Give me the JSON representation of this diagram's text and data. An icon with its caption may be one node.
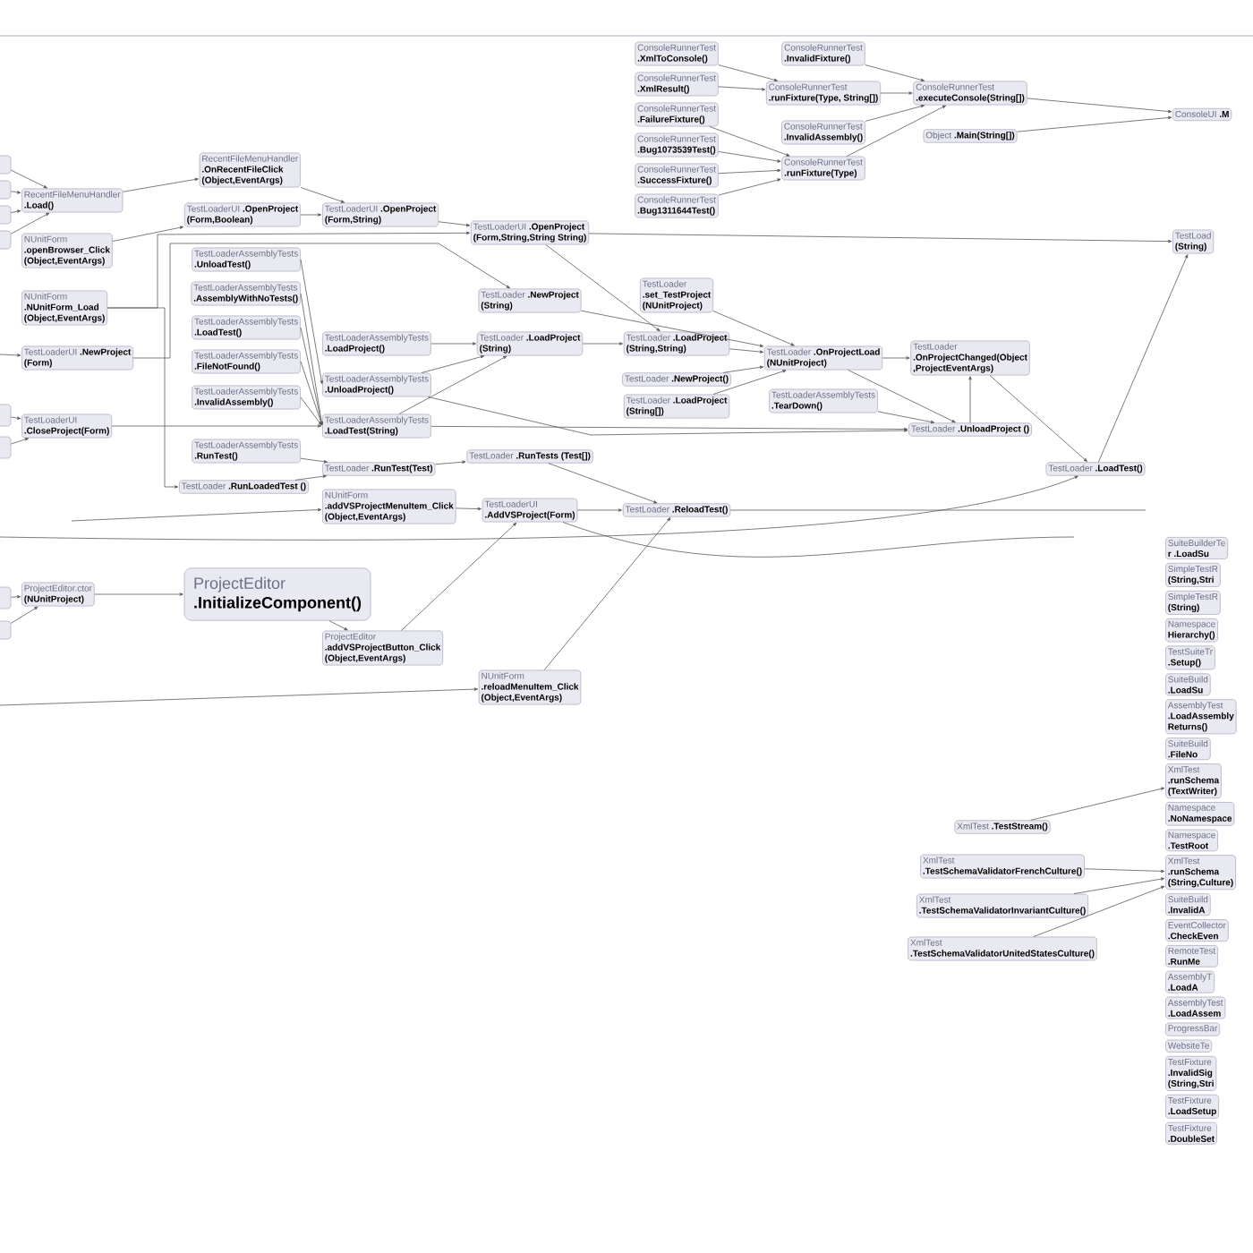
{
  "diagram": {
    "nodes": [
      {
        "text": [
          "RecentFileMenuHandler",
          ".Load()"
        ]
      },
      {
        "text": [
          "RecentFileMenuHandler",
          ".OnRecentFileClick (Object,EventArgs)"
        ]
      },
      {
        "text": [
          "TestLoaderUI",
          ".OpenProject (Form,Boolean)"
        ]
      },
      {
        "text": [
          "NUnitForm",
          ".openBrowser_Click (Object,EventArgs)"
        ]
      },
      {
        "text": [
          "NUnitForm",
          ".NUnitForm_Load (Object,EventArgs)"
        ]
      },
      {
        "text": [
          "TestLoaderUI",
          ".NewProject (Form)"
        ]
      },
      {
        "text": [
          "TestLoaderUI",
          ".CloseProject(Form)"
        ]
      },
      {
        "text": [
          "TestLoaderAssemblyTests",
          ".UnloadTest()"
        ]
      },
      {
        "text": [
          "TestLoaderAssemblyTests",
          ".AssemblyWithNoTests()"
        ]
      },
      {
        "text": [
          "TestLoaderAssemblyTests",
          ".LoadTest()"
        ]
      },
      {
        "text": [
          "TestLoaderAssemblyTests",
          ".FileNotFound()"
        ]
      },
      {
        "text": [
          "TestLoaderAssemblyTests",
          ".InvalidAssembly()"
        ]
      },
      {
        "text": [
          "TestLoaderAssemblyTests",
          ".RunTest()"
        ]
      },
      {
        "text": [
          "TestLoader",
          ".RunLoadedTest ()"
        ]
      },
      {
        "text": [
          "ProjectEditor.ctor",
          "(NUnitProject)"
        ]
      },
      {
        "text": [
          "ProjectEditor",
          ".InitializeComponent()"
        ]
      },
      {
        "text": [
          "TestLoaderUI",
          ".OpenProject (Form,String)"
        ]
      },
      {
        "text": [
          "TestLoaderUI",
          ".OpenProject (Form,String,String String)"
        ]
      },
      {
        "text": [
          "TestLoader",
          ".set_TestProject (NUnitProject)"
        ]
      },
      {
        "text": [
          "TestLoader",
          ".NewProject (String)"
        ]
      },
      {
        "text": [
          "TestLoader",
          ".LoadProject (String,String)"
        ]
      },
      {
        "text": [
          "TestLoaderAssemblyTests",
          ".LoadProject()"
        ]
      },
      {
        "text": [
          "TestLoader",
          ".LoadProject (String)"
        ]
      },
      {
        "text": [
          "TestLoader",
          ".NewProject()"
        ]
      },
      {
        "text": [
          "TestLoader",
          ".LoadProject (String[])"
        ]
      },
      {
        "text": [
          "TestLoaderAssemblyTests",
          ".UnloadProject()"
        ]
      },
      {
        "text": [
          "TestLoaderAssemblyTests",
          ".LoadTest(String)"
        ]
      },
      {
        "text": [
          "TestLoader",
          ".OnProjectLoad (NUnitProject)"
        ]
      },
      {
        "text": [
          "TestLoaderAssemblyTests",
          ".TearDown()"
        ]
      },
      {
        "text": [
          "TestLoader",
          ".UnloadProject ()"
        ]
      },
      {
        "text": [
          "TestLoader",
          ".OnProjectChanged(Object ,ProjectEventArgs)"
        ]
      },
      {
        "text": [
          "TestLoader",
          ".LoadTest()"
        ]
      },
      {
        "text": [
          "TestLoader",
          ".RunTest(Test)"
        ]
      },
      {
        "text": [
          "TestLoader",
          ".RunTests (Test[])"
        ]
      },
      {
        "text": [
          "NUnitForm",
          ".addVSProjectMenuItem_Click(Object,EventArgs)"
        ]
      },
      {
        "text": [
          "TestLoaderUI",
          ".AddVSProject(Form)"
        ]
      },
      {
        "text": [
          "TestLoader",
          ".ReloadTest()"
        ]
      },
      {
        "text": [
          "ProjectEditor",
          ".addVSProjectButton_Click (Object,EventArgs)"
        ]
      },
      {
        "text": [
          "NUnitForm",
          ".reloadMenuItem_Click (Object,EventArgs)"
        ]
      },
      {
        "text": [
          "ConsoleRunnerTest",
          ".XmlToConsole()"
        ]
      },
      {
        "text": [
          "ConsoleRunnerTest",
          ".XmlResult()"
        ]
      },
      {
        "text": [
          "ConsoleRunnerTest",
          ".FailureFixture()"
        ]
      },
      {
        "text": [
          "ConsoleRunnerTest",
          ".Bug1073539Test()"
        ]
      },
      {
        "text": [
          "ConsoleRunnerTest",
          ".SuccessFixture()"
        ]
      },
      {
        "text": [
          "ConsoleRunnerTest",
          ".Bug1311644Test()"
        ]
      },
      {
        "text": [
          "ConsoleRunnerTest",
          ".InvalidFixture()"
        ]
      },
      {
        "text": [
          "ConsoleRunnerTest",
          ".runFixture(Type, String[])"
        ]
      },
      {
        "text": [
          "ConsoleRunnerTest",
          ".InvalidAssembly()"
        ]
      },
      {
        "text": [
          "ConsoleRunnerTest",
          ".runFixture(Type)"
        ]
      },
      {
        "text": [
          "ConsoleRunnerTest",
          ".executeConsole(String[])"
        ]
      },
      {
        "text": [
          "Object",
          ".Main(String[])"
        ]
      },
      {
        "text": [
          "ConsoleUI",
          ".M"
        ]
      },
      {
        "text": [
          "TestLoad",
          "(String)"
        ]
      },
      {
        "text": [
          "XmlTest",
          ".TestStream()"
        ]
      },
      {
        "text": [
          "XmlTest",
          ".TestSchemaValidatorFrenchCulture()"
        ]
      },
      {
        "text": [
          "XmlTest",
          ".TestSchemaValidatorInvariantCulture()"
        ]
      },
      {
        "text": [
          "XmlTest",
          ".TestSchemaValidatorUnitedStatesCulture()"
        ]
      },
      {
        "text": [
          "SuiteBuilderTe",
          "r .LoadSu"
        ]
      },
      {
        "text": [
          "SimpleTestR",
          "(String,Stri"
        ]
      },
      {
        "text": [
          "SimpleTestR",
          "(String)"
        ]
      },
      {
        "text": [
          "Namespace",
          "Hierarchy()"
        ]
      },
      {
        "text": [
          "TestSuiteTr",
          ".Setup()"
        ]
      },
      {
        "text": [
          "SuiteBuild",
          ".LoadSu"
        ]
      },
      {
        "text": [
          "AssemblyTest",
          ".LoadAssembly Returns()"
        ]
      },
      {
        "text": [
          "SuiteBuild",
          ".FileNo"
        ]
      },
      {
        "text": [
          "XmlTest",
          ".runSchema (TextWriter)"
        ]
      },
      {
        "text": [
          "Namespace",
          ".NoNamespace"
        ]
      },
      {
        "text": [
          "Namespace",
          ".TestRoot"
        ]
      },
      {
        "text": [
          "XmlTest",
          ".runSchema (String,Culture)"
        ]
      },
      {
        "text": [
          "SuiteBuild",
          ".InvalidA"
        ]
      },
      {
        "text": [
          "EventCollector",
          ".CheckEven"
        ]
      },
      {
        "text": [
          "RemoteTest",
          ".RunMe"
        ]
      },
      {
        "text": [
          "AssemblyT",
          ".LoadA"
        ]
      },
      {
        "text": [
          "AssemblyTest",
          ".LoadAssem"
        ]
      },
      {
        "text": [
          "ProgressBar"
        ]
      },
      {
        "text": [
          "WebsiteTe"
        ]
      },
      {
        "text": [
          "TestFixture",
          ".InvalidSig (String,Stri"
        ]
      },
      {
        "text": [
          "TestFixture",
          ".LoadSetup"
        ]
      },
      {
        "text": [
          "TestFixture",
          ".DoubleSet"
        ]
      },
      {
        "text": [],
        "shape": "box"
      },
      {
        "text": [],
        "shape": "box"
      },
      {
        "text": [],
        "shape": "box"
      },
      {
        "text": [],
        "shape": "box"
      },
      {
        "text": [],
        "shape": "box"
      },
      {
        "text": [],
        "shape": "box"
      },
      {
        "text": [],
        "shape": "box"
      },
      {
        "text": [],
        "shape": "box"
      }
    ],
    "edges": [
      {
        "from": 79,
        "to": 0,
        "arrow": "to"
      },
      {
        "from": 80,
        "to": 0,
        "arrow": "to"
      },
      {
        "from": 81,
        "to": 0,
        "arrow": "to"
      },
      {
        "from": 82,
        "to": 0,
        "arrow": "to"
      },
      {
        "from": 0,
        "to": 1,
        "arrow": "to"
      },
      {
        "from": 1,
        "to": 16,
        "arrow": "to"
      },
      {
        "from": 2,
        "to": 16,
        "arrow": "to"
      },
      {
        "from": 3,
        "to": 2,
        "arrow": "to"
      },
      {
        "from": 4,
        "to": 17,
        "arrow": "to"
      },
      {
        "from": 4,
        "to": 13,
        "arrow": "to"
      },
      {
        "from": 5,
        "to": 19,
        "arrow": "to"
      },
      {
        "from": 83,
        "to": 6,
        "arrow": "to"
      },
      {
        "from": null,
        "to": 5,
        "arrow": "to"
      },
      {
        "from": 84,
        "to": 6,
        "arrow": "to"
      },
      {
        "from": 7,
        "to": 25,
        "arrow": "to"
      },
      {
        "from": 8,
        "to": 26,
        "arrow": "to"
      },
      {
        "from": 9,
        "to": 26,
        "arrow": "to"
      },
      {
        "from": 10,
        "to": 26,
        "arrow": "to"
      },
      {
        "from": 11,
        "to": 26,
        "arrow": "to"
      },
      {
        "from": 6,
        "to": 26,
        "arrow": "to"
      },
      {
        "from": 12,
        "to": 32,
        "arrow": "to"
      },
      {
        "from": 13,
        "to": 32,
        "arrow": "to"
      },
      {
        "from": 85,
        "to": 14,
        "arrow": "to"
      },
      {
        "from": 86,
        "to": 14,
        "arrow": "to"
      },
      {
        "from": 14,
        "to": 15,
        "arrow": "to"
      },
      {
        "from": 15,
        "to": 37,
        "arrow": "to"
      },
      {
        "from": 16,
        "to": 17,
        "arrow": "to"
      },
      {
        "from": 17,
        "to": 20,
        "arrow": "to"
      },
      {
        "from": 18,
        "to": 27,
        "arrow": "to"
      },
      {
        "from": 19,
        "to": 27,
        "arrow": "to"
      },
      {
        "from": 21,
        "to": 22,
        "arrow": "to"
      },
      {
        "from": 25,
        "to": 22,
        "arrow": "to"
      },
      {
        "from": 26,
        "to": 22,
        "arrow": "to"
      },
      {
        "from": 22,
        "to": 20,
        "arrow": "to"
      },
      {
        "from": 20,
        "to": 27,
        "arrow": "to"
      },
      {
        "from": 23,
        "to": 27,
        "arrow": "to"
      },
      {
        "from": 24,
        "to": 27,
        "arrow": "to"
      },
      {
        "from": 27,
        "to": 30,
        "arrow": "to"
      },
      {
        "from": 27,
        "to": 29,
        "arrow": "to"
      },
      {
        "from": 28,
        "to": 29,
        "arrow": "to"
      },
      {
        "from": 29,
        "to": 30,
        "arrow": "to"
      },
      {
        "from": 30,
        "to": 31,
        "arrow": "to"
      },
      {
        "from": 26,
        "to": 29,
        "arrow": "to"
      },
      {
        "from": 25,
        "to": 29,
        "arrow": "to"
      },
      {
        "from": null,
        "to": 31,
        "arrow": "to"
      },
      {
        "from": 31,
        "to": 52,
        "arrow": "to"
      },
      {
        "from": 17,
        "to": 52,
        "arrow": "to"
      },
      {
        "from": 32,
        "to": 33,
        "arrow": "to"
      },
      {
        "from": 33,
        "to": 36,
        "arrow": "to"
      },
      {
        "from": 34,
        "to": 35,
        "arrow": "to"
      },
      {
        "from": 37,
        "to": 35,
        "arrow": "to"
      },
      {
        "from": 35,
        "to": 36,
        "arrow": "to"
      },
      {
        "from": 38,
        "to": 36,
        "arrow": "to"
      },
      {
        "from": null,
        "to": 34,
        "arrow": "to"
      },
      {
        "from": 36,
        "to": null,
        "arrow": "none"
      },
      {
        "from": null,
        "to": 38,
        "arrow": "to"
      },
      {
        "from": 35,
        "to": null,
        "arrow": "none"
      },
      {
        "from": 39,
        "to": 46,
        "arrow": "to"
      },
      {
        "from": 40,
        "to": 46,
        "arrow": "to"
      },
      {
        "from": 41,
        "to": 48,
        "arrow": "to"
      },
      {
        "from": 42,
        "to": 48,
        "arrow": "to"
      },
      {
        "from": 43,
        "to": 48,
        "arrow": "to"
      },
      {
        "from": 44,
        "to": 48,
        "arrow": "to"
      },
      {
        "from": 45,
        "to": 49,
        "arrow": "to"
      },
      {
        "from": 46,
        "to": 49,
        "arrow": "to"
      },
      {
        "from": 47,
        "to": 49,
        "arrow": "to"
      },
      {
        "from": 48,
        "to": 49,
        "arrow": "to"
      },
      {
        "from": 49,
        "to": 51,
        "arrow": "to"
      },
      {
        "from": 50,
        "to": 51,
        "arrow": "to"
      },
      {
        "from": 53,
        "to": 65,
        "arrow": "to"
      },
      {
        "from": 54,
        "to": 68,
        "arrow": "to"
      },
      {
        "from": 55,
        "to": 68,
        "arrow": "to"
      },
      {
        "from": 56,
        "to": 68,
        "arrow": "to"
      }
    ]
  }
}
